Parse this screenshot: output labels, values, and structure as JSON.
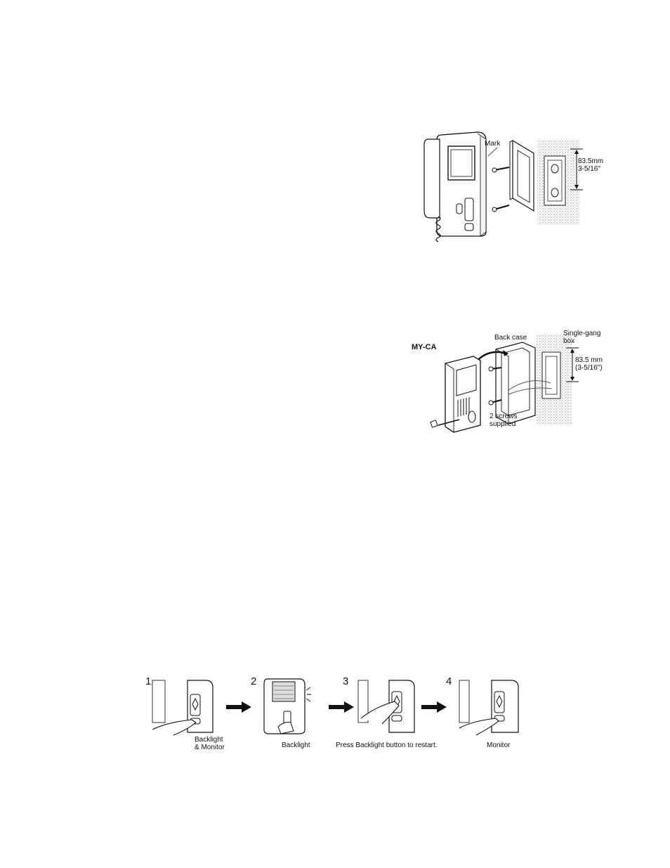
{
  "figure1": {
    "mark_label": "Mark",
    "dim_mm": "83.5mm",
    "dim_in": "3-5/16\""
  },
  "figure2": {
    "model_label": "MY-CA",
    "back_case_label": "Back case",
    "box_label_line1": "Single-gang",
    "box_label_line2": "box",
    "dim_mm": "83.5 mm",
    "dim_in": "(3-5/16\")",
    "screws_line1": "2 screws",
    "screws_line2": "supplied"
  },
  "steps": [
    {
      "number": "1",
      "caption_line1": "Backlight",
      "caption_line2": "& Monitor"
    },
    {
      "number": "2",
      "caption_line1": "Backlight",
      "caption_line2": ""
    },
    {
      "number": "3",
      "caption_line1": "Press Backlight button to restart.",
      "caption_line2": ""
    },
    {
      "number": "4",
      "caption_line1": "Monitor",
      "caption_line2": ""
    }
  ]
}
